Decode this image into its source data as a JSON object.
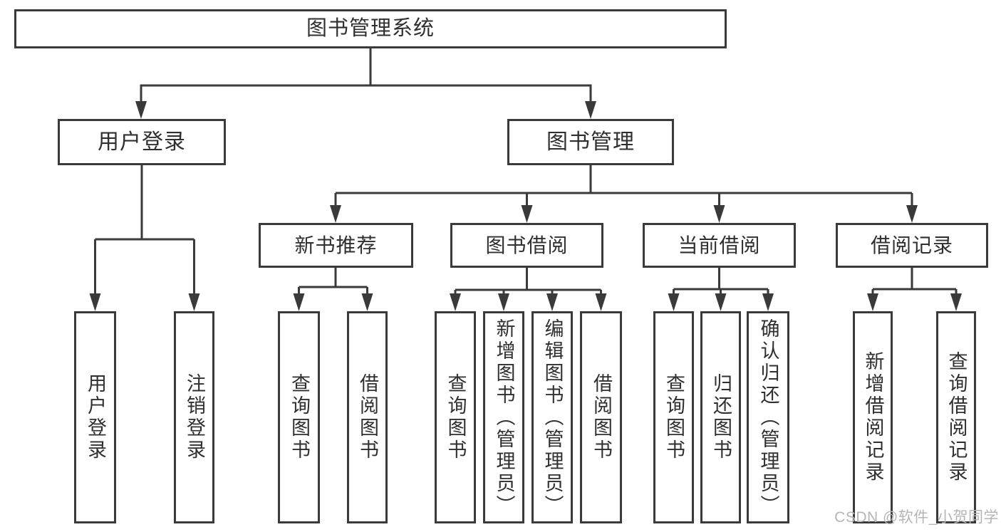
{
  "nodes": {
    "root": "图书管理系统",
    "user_login": "用户登录",
    "book_mgmt": "图书管理",
    "new_books": "新书推荐",
    "book_borrow": "图书借阅",
    "current_borrow": "当前借阅",
    "borrow_records": "借阅记录",
    "user_login_leaf": "用户登录",
    "logout_leaf": "注销登录",
    "nb_query": "查询图书",
    "nb_borrow": "借阅图书",
    "bb_query": "查询图书",
    "bb_add": "新增图书（管理员）",
    "bb_edit": "编辑图书（管理员）",
    "bb_borrow": "借阅图书",
    "cb_query": "查询图书",
    "cb_return": "归还图书",
    "cb_confirm": "确认归还（管理员）",
    "br_add": "新增借阅记录",
    "br_query": "查询借阅记录"
  },
  "structure": {
    "root": "图书管理系统",
    "children": [
      {
        "label": "用户登录",
        "children": [
          "用户登录",
          "注销登录"
        ]
      },
      {
        "label": "图书管理",
        "children": [
          {
            "label": "新书推荐",
            "children": [
              "查询图书",
              "借阅图书"
            ]
          },
          {
            "label": "图书借阅",
            "children": [
              "查询图书",
              "新增图书（管理员）",
              "编辑图书（管理员）",
              "借阅图书"
            ]
          },
          {
            "label": "当前借阅",
            "children": [
              "查询图书",
              "归还图书",
              "确认归还（管理员）"
            ]
          },
          {
            "label": "借阅记录",
            "children": [
              "新增借阅记录",
              "查询借阅记录"
            ]
          }
        ]
      }
    ]
  },
  "watermark": "CSDN @软件_小贺同学",
  "colors": {
    "line": "#3a3a3a",
    "text": "#2f2f2f",
    "watermark": "#b5b5b5",
    "background": "#ffffff"
  }
}
